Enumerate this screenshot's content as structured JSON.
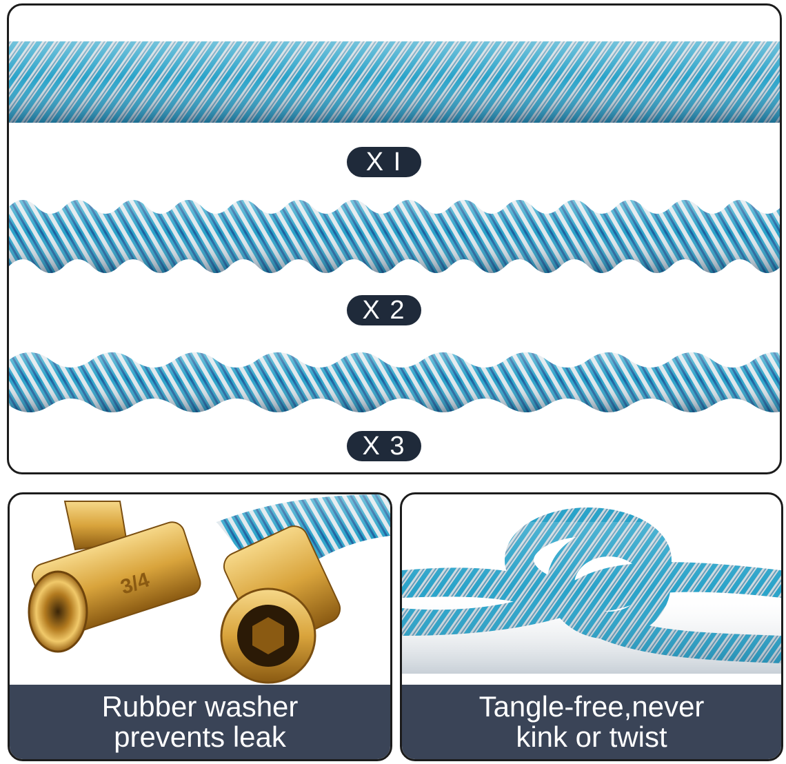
{
  "stretch_levels": [
    {
      "label": "X I"
    },
    {
      "label": "X 2"
    },
    {
      "label": "X 3"
    }
  ],
  "features": [
    {
      "caption_line1": "Rubber washer",
      "caption_line2": "prevents leak",
      "connector_marking": "3/4"
    },
    {
      "caption_line1": "Tangle-free,never",
      "caption_line2": "kink or twist"
    }
  ],
  "colors": {
    "hose_blue": "#2aa3c9",
    "hose_dark": "#1d5f9e",
    "hose_light": "#cfd9df",
    "badge_bg": "#1f2a3a",
    "caption_bg": "#3a4457",
    "brass": "#d9a43c"
  }
}
